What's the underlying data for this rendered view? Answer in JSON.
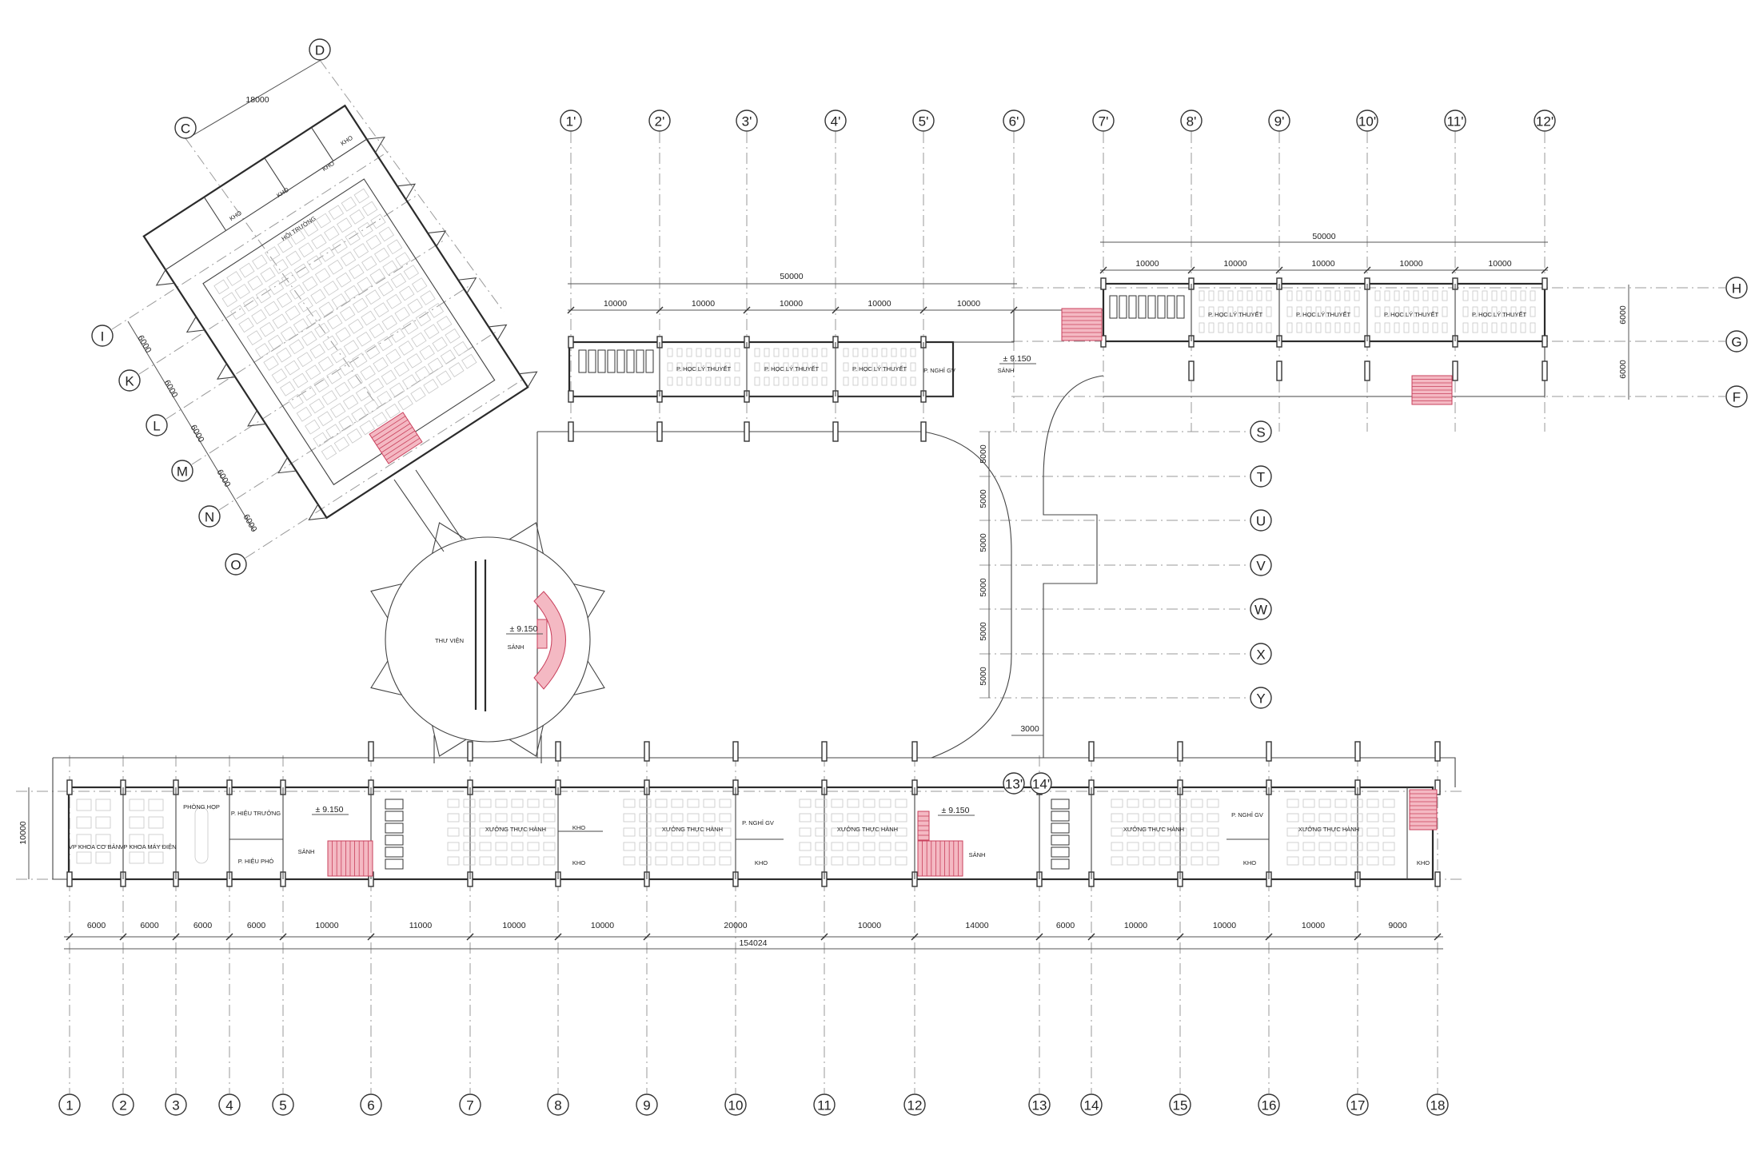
{
  "grids": {
    "bottom": [
      "1",
      "2",
      "3",
      "4",
      "5",
      "6",
      "7",
      "8",
      "9",
      "10",
      "11",
      "12",
      "13",
      "14",
      "15",
      "16",
      "17",
      "18"
    ],
    "top": [
      "1'",
      "2'",
      "3'",
      "4'",
      "5'",
      "6'",
      "7'",
      "8'",
      "9'",
      "10'",
      "11'",
      "12'"
    ],
    "mid_pair": [
      "13'",
      "14'"
    ],
    "right_letters": [
      "H",
      "G",
      "F"
    ],
    "court_letters": [
      "S",
      "T",
      "U",
      "V",
      "W",
      "X",
      "Y"
    ],
    "hall_top": [
      "C",
      "D"
    ],
    "hall_left": [
      "I",
      "K",
      "L",
      "M",
      "N",
      "O"
    ]
  },
  "dimensions": {
    "bottom_segments": [
      "6000",
      "6000",
      "6000",
      "6000",
      "10000",
      "11000",
      "10000",
      "10000",
      "20000",
      "10000",
      "14000",
      "6000",
      "10000",
      "10000",
      "10000",
      "9000"
    ],
    "bottom_total": "154024",
    "block_depth": "10000",
    "top_left_segments": [
      "10000",
      "10000",
      "10000",
      "10000",
      "10000"
    ],
    "top_left_total": "50000",
    "top_right_segments": [
      "10000",
      "10000",
      "10000",
      "10000",
      "10000"
    ],
    "top_right_total": "50000",
    "right_vertical": [
      "6000",
      "6000"
    ],
    "court_vertical": [
      "5000",
      "5000",
      "5000",
      "5000",
      "5000",
      "5000"
    ],
    "court_gap": "3000",
    "hall_width": "18000",
    "hall_bays": [
      "6000",
      "6000",
      "6000",
      "6000",
      "6000"
    ]
  },
  "levels": {
    "library": "± 9.150",
    "lobby_left": "± 9.150",
    "lobby_mid": "± 9.150",
    "top_link": "± 9.150"
  },
  "rooms": {
    "lecture": "P. HỌC LÝ THUYẾT",
    "teacher_rest": "P. NGHỈ GV",
    "workshop": "XƯỞNG THỰC HÀNH",
    "storage": "KHO",
    "lobby": "SẢNH",
    "library": "THƯ VIỆN",
    "auditorium": "HỘI TRƯỜNG",
    "faculty_basic": "VP KHOA CƠ BẢN",
    "faculty_electric": "VP KHOA MÁY ĐIỆN",
    "meeting": "PHÒNG HỌP",
    "principal": "P. HIỆU TRƯỞNG",
    "vice_principal": "P. HIỆU PHÓ"
  }
}
